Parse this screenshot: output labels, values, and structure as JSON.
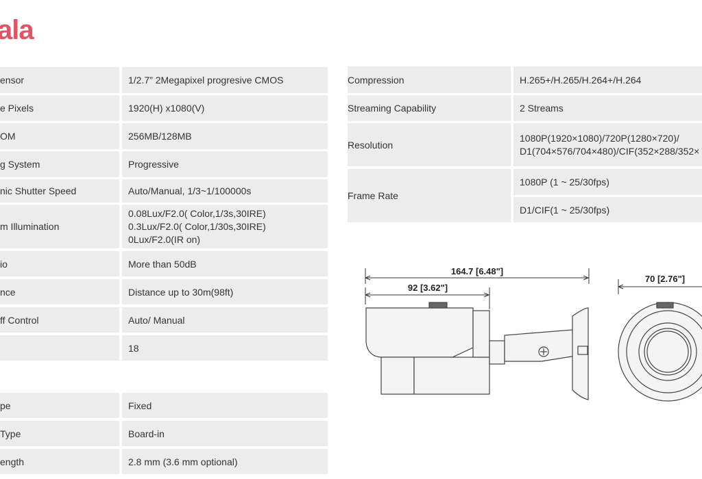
{
  "logo": "ala",
  "left_table": [
    {
      "label": "ensor",
      "value": "1/2.7” 2Megapixel progresive CMOS"
    },
    {
      "label": "e Pixels",
      "value": "1920(H) x1080(V)"
    },
    {
      "label": "OM",
      "value": "256MB/128MB"
    },
    {
      "label": "g System",
      "value": "Progressive"
    },
    {
      "label": "nic Shutter Speed",
      "value": "Auto/Manual, 1/3~1/100000s"
    },
    {
      "label": "m Illumination",
      "value": "0.08Lux/F2.0( Color,1/3s,30IRE)\n0.3Lux/F2.0( Color,1/30s,30IRE)\n0Lux/F2.0(IR on)"
    },
    {
      "label": "io",
      "value": "More than 50dB"
    },
    {
      "label": "nce",
      "value": "Distance up to 30m(98ft)"
    },
    {
      "label": "ff Control",
      "value": "Auto/ Manual"
    },
    {
      "label": "",
      "value": "18"
    }
  ],
  "left_table_2": [
    {
      "label": "pe",
      "value": "Fixed"
    },
    {
      "label": "Type",
      "value": "Board-in"
    },
    {
      "label": "ength",
      "value": "2.8 mm (3.6 mm optional)"
    }
  ],
  "right_table": {
    "compression_label": "Compression",
    "compression_value": "H.265+/H.265/H.264+/H.264",
    "streaming_label": "Streaming Capability",
    "streaming_value": "2 Streams",
    "resolution_label": "Resolution",
    "resolution_value_1": "1080P(1920×1080)/720P(1280×720)/",
    "resolution_value_2": "D1(704×576/704×480)/CIF(352×288/352×",
    "framerate_label": "Frame Rate",
    "framerate_value_1": "1080P (1 ~ 25/30fps)",
    "framerate_value_2": "D1/CIF(1 ~ 25/30fps)"
  },
  "dimensions": {
    "total_length": "164.7 [6.48\"]",
    "body_length": "92 [3.62\"]",
    "diameter": "70 [2.76\"]"
  }
}
